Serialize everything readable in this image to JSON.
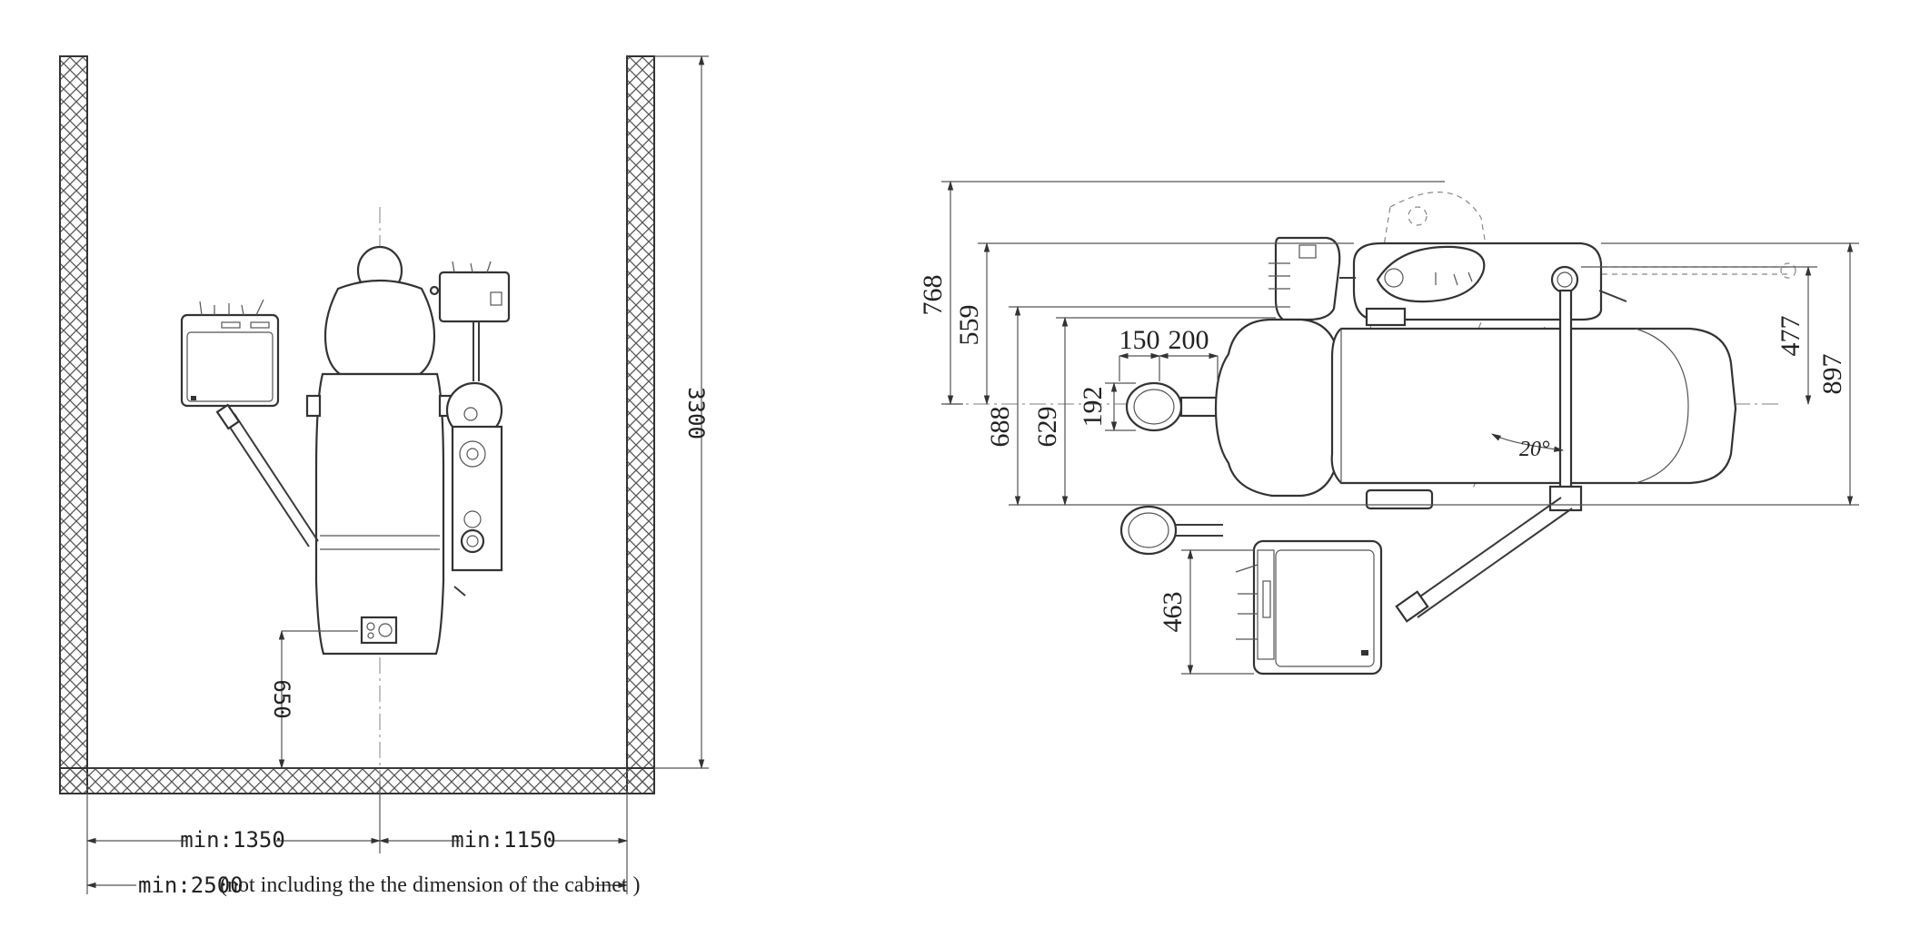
{
  "floor_plan": {
    "room_depth": "3300",
    "chair_to_wall": "650",
    "left_clearance": "min:1350",
    "right_clearance": "min:1150",
    "total_width_value": "min:2500",
    "total_width_note": "(not including the the dimension of the cabinet )"
  },
  "side_view": {
    "dims": {
      "d768": "768",
      "d559": "559",
      "d688": "688",
      "d629": "629",
      "d150": "150",
      "d200": "200",
      "d192": "192",
      "d477": "477",
      "d897": "897",
      "d463": "463",
      "angle": "20°"
    }
  },
  "colors": {
    "line": "#3a3a3a",
    "hatch": "#555555",
    "background": "#ffffff"
  }
}
